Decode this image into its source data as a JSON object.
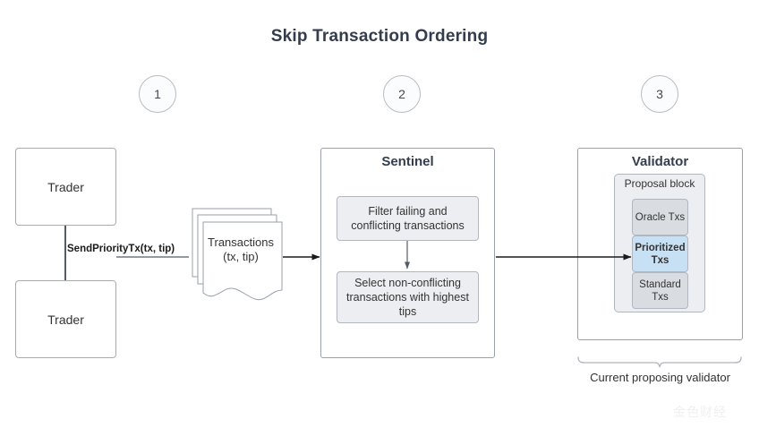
{
  "diagram": {
    "title": "Skip Transaction Ordering",
    "steps": [
      {
        "number": "1"
      },
      {
        "number": "2"
      },
      {
        "number": "3"
      }
    ],
    "traders": [
      {
        "label": "Trader"
      },
      {
        "label": "Trader"
      }
    ],
    "edges": {
      "send_priority_tx": "SendPriorityTx(tx, tip)"
    },
    "transactions_doc": {
      "line1": "Transactions",
      "line2": "(tx, tip)"
    },
    "sentinel": {
      "title": "Sentinel",
      "steps": [
        {
          "label": "Filter failing and conflicting transactions"
        },
        {
          "label": "Select non-conflicting transactions with highest tips"
        }
      ]
    },
    "validator": {
      "title": "Validator",
      "proposal_block": {
        "title": "Proposal block",
        "items": [
          {
            "label": "Oracle Txs",
            "highlighted": false,
            "color": "#d9dde2"
          },
          {
            "label": "Prioritized Txs",
            "highlighted": true,
            "color": "#c7e0f4"
          },
          {
            "label": "Standard Txs",
            "highlighted": false,
            "color": "#d9dde2"
          }
        ]
      },
      "brace_caption": "Current proposing validator"
    },
    "watermark": "金色财经",
    "colors": {
      "accent_highlight": "#c7e0f4",
      "box_fill": "#eceef1",
      "chip_fill": "#d9dde2",
      "border": "#a6abb5",
      "text": "#333333",
      "title_text": "#333d4d"
    }
  }
}
